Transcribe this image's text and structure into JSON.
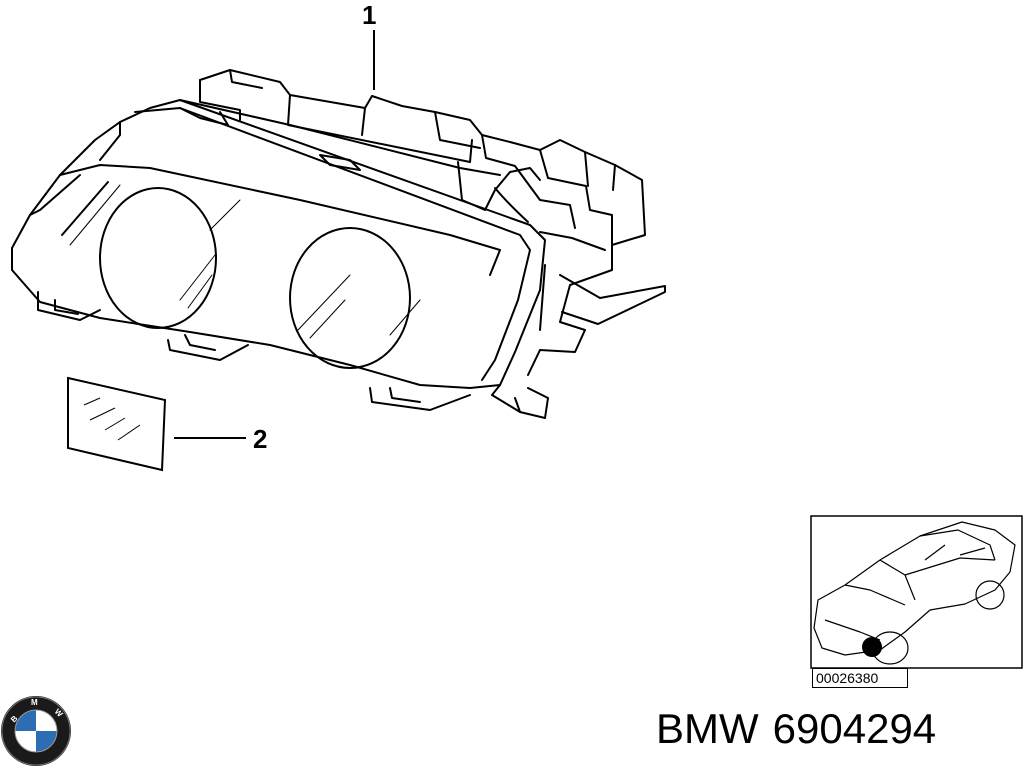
{
  "callouts": {
    "part1": "1",
    "part2": "2"
  },
  "inset": {
    "reference_code": "00026380"
  },
  "brand": {
    "name": "BMW",
    "part_number": "6904294",
    "logo_letters": "BMW"
  },
  "colors": {
    "line": "#000000",
    "background": "#ffffff",
    "logo_blue": "#2d6db4"
  }
}
